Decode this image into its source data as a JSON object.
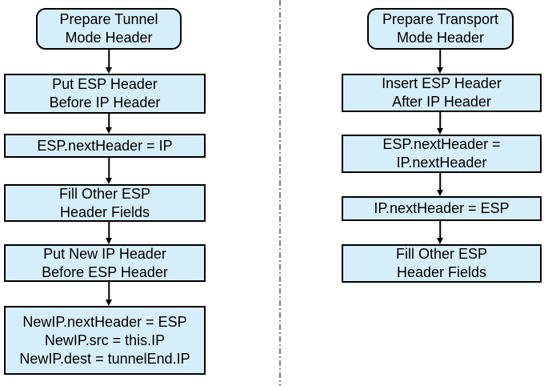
{
  "diagram": {
    "colors": {
      "background": "#ffffff",
      "node_fill": "#d6eef9",
      "node_border": "#000000",
      "text_color": "#000000",
      "divider_color": "#808080"
    },
    "flows": {
      "left": {
        "nodes": [
          {
            "label": "Prepare Tunnel\nMode Header"
          },
          {
            "label": "Put ESP Header\nBefore IP Header"
          },
          {
            "label": "ESP.nextHeader = IP"
          },
          {
            "label": "Fill Other ESP\nHeader Fields"
          },
          {
            "label": "Put New IP Header\nBefore ESP Header"
          },
          {
            "label": "NewIP.nextHeader = ESP\nNewIP.src = this.IP\nNewIP.dest = tunnelEnd.IP"
          }
        ]
      },
      "right": {
        "nodes": [
          {
            "label": "Prepare Transport\nMode Header"
          },
          {
            "label": "Insert ESP Header\nAfter IP Header"
          },
          {
            "label": "ESP.nextHeader =\nIP.nextHeader"
          },
          {
            "label": "IP.nextHeader = ESP"
          },
          {
            "label": "Fill Other ESP\nHeader Fields"
          }
        ]
      }
    }
  }
}
